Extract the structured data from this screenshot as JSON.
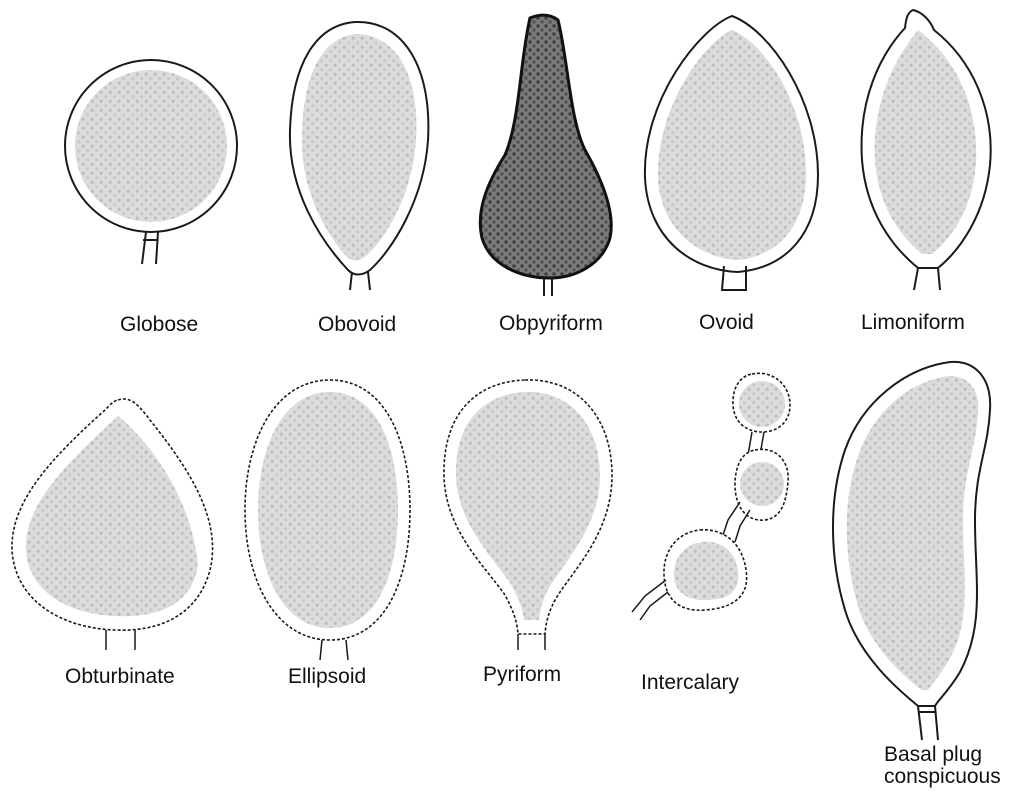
{
  "figure": {
    "shapes": [
      {
        "id": "globose",
        "label": "Globose",
        "fill": "#d9d9d9"
      },
      {
        "id": "obovoid",
        "label": "Obovoid",
        "fill": "#d9d9d9"
      },
      {
        "id": "obpyriform",
        "label": "Obpyriform",
        "fill": "#6f6f6f"
      },
      {
        "id": "ovoid",
        "label": "Ovoid",
        "fill": "#d9d9d9"
      },
      {
        "id": "limoniform",
        "label": "Limoniform",
        "fill": "#d9d9d9"
      },
      {
        "id": "obturbinate",
        "label": "Obturbinate",
        "fill": "#d9d9d9"
      },
      {
        "id": "ellipsoid",
        "label": "Ellipsoid",
        "fill": "#d9d9d9"
      },
      {
        "id": "pyriform",
        "label": "Pyriform",
        "fill": "#d9d9d9"
      },
      {
        "id": "intercalary",
        "label": "Intercalary",
        "fill": "#d9d9d9"
      },
      {
        "id": "basal-plug",
        "label": "Basal plug\nconspicuous",
        "label_lines": [
          "Basal plug",
          "conspicuous"
        ],
        "fill": "#d9d9d9"
      }
    ],
    "colors": {
      "outline": "#1a1a1a",
      "light_texture": "#bdbdbd",
      "dark_texture": "#3f3f3f"
    }
  }
}
